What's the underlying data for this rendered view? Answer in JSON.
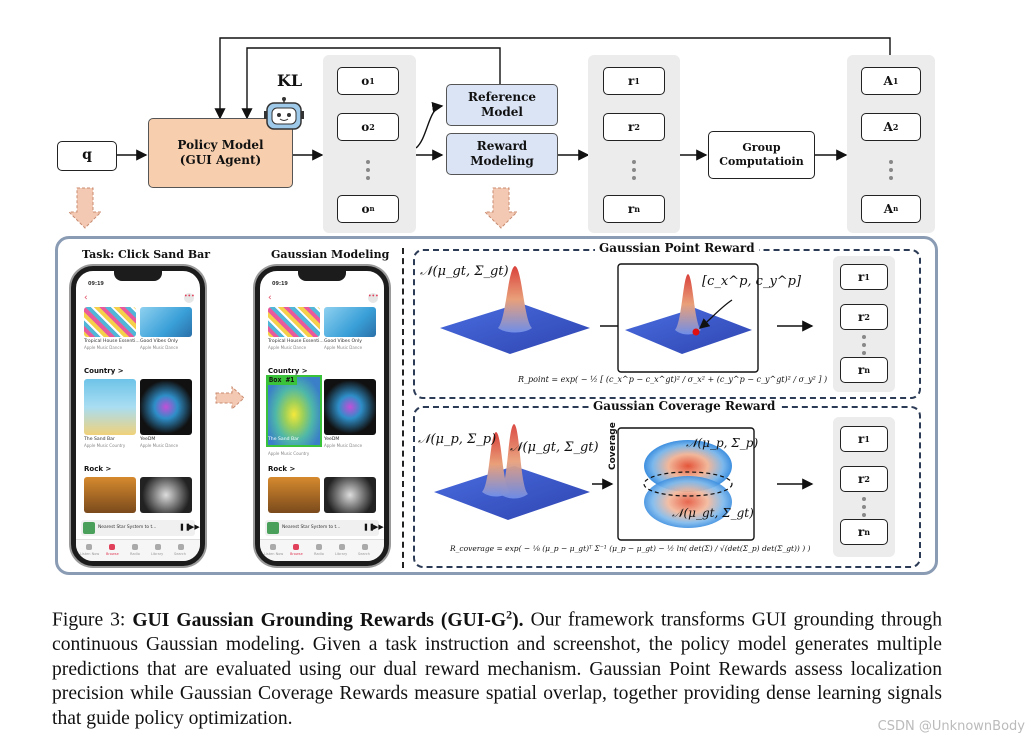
{
  "top_flow": {
    "query_label": "q",
    "policy_model": {
      "line1": "Policy Model",
      "line2": "(GUI Agent)",
      "color": "#f8cfae"
    },
    "kl_label": "KL",
    "outputs": {
      "o1": "o",
      "o1_sub": "1",
      "o2": "o",
      "o2_sub": "2",
      "on": "o",
      "on_sub": "n"
    },
    "reference_model": {
      "line1": "Reference",
      "line2": "Model",
      "color": "#dae4f5"
    },
    "reward_modeling": {
      "line1": "Reward",
      "line2": "Modeling",
      "color": "#dae4f5"
    },
    "rewards": {
      "r1": "r",
      "r1_sub": "1",
      "r2": "r",
      "r2_sub": "2",
      "rn": "r",
      "rn_sub": "n"
    },
    "group_computation": {
      "line1": "Group",
      "line2": "Computatioin"
    },
    "advantages": {
      "a1": "A",
      "a1_sub": "1",
      "a2": "A",
      "a2_sub": "2",
      "an": "A",
      "an_sub": "n"
    }
  },
  "left_panel": {
    "task_title": "Task: Click Sand Bar",
    "gaussian_title": "Gaussian Modeling",
    "phone1": {
      "time": "09:19",
      "tiles_row1": [
        {
          "title": "Tropical House Essenti...",
          "subtitle": "Apple Music Dance"
        },
        {
          "title": "Good Vibes Only",
          "subtitle": "Apple Music Dance"
        }
      ],
      "section_country": "Country >",
      "tiles_row2": [
        {
          "title": "The Sand Bar",
          "subtitle": "Apple Music Country"
        },
        {
          "title": "YeeDM",
          "subtitle": "Apple Music Dance"
        }
      ],
      "section_rock": "Rock >",
      "now_playing": "Nearest Star System to t...",
      "tabs": [
        "Listen Now",
        "Browse",
        "Radio",
        "Library",
        "Search"
      ]
    },
    "phone2": {
      "time": "09:19",
      "box_label": "Box #1",
      "tiles_row1": [
        {
          "title": "Tropical House Essenti...",
          "subtitle": "Apple Music Dance"
        },
        {
          "title": "Good Vibes Only",
          "subtitle": "Apple Music Dance"
        }
      ],
      "section_country": "Country >",
      "tiles_row2": [
        {
          "title": "The Sand Bar",
          "subtitle": "Apple Music Country"
        },
        {
          "title": "YeeDM",
          "subtitle": "Apple Music Dance"
        }
      ],
      "section_rock": "Rock >",
      "now_playing": "Nearest Star System to t...",
      "tabs": [
        "Listen Now",
        "Browse",
        "Radio",
        "Library",
        "Search"
      ]
    }
  },
  "point_reward": {
    "title": "Gaussian Point Reward",
    "dist_label": "𝒩(μ_gt, Σ_gt)",
    "point_label": "[c_x^p, c_y^p]",
    "formula": "R_point = exp( − ½ [ (c_x^p − c_x^gt)² / σ_x² + (c_y^p − c_y^gt)² / σ_y² ] )",
    "r1": "r",
    "r1_sub": "1",
    "r2": "r",
    "r2_sub": "2",
    "rn": "r",
    "rn_sub": "n"
  },
  "coverage_reward": {
    "title": "Gaussian Coverage Reward",
    "dist_pred_label": "𝒩(μ_p, Σ_p)",
    "dist_gt_label": "𝒩(μ_gt, Σ_gt)",
    "coverage_label": "Coverage",
    "ellipse_top_label": "𝒩(μ_p, Σ_p)",
    "ellipse_bottom_label": "𝒩(μ_gt, Σ_gt)",
    "formula": "R_coverage = exp( − ⅛ (μ_p − μ_gt)ᵀ Σ⁻¹ (μ_p − μ_gt) − ½ ln( det(Σ) / √(det(Σ_p) det(Σ_gt)) ) )",
    "r1": "r",
    "r1_sub": "1",
    "r2": "r",
    "r2_sub": "2",
    "rn": "r",
    "rn_sub": "n"
  },
  "caption": {
    "figure_label": "Figure 3:",
    "title_bold": "GUI Gaussian Grounding Rewards (GUI-G",
    "title_sup": "2",
    "title_end": ").",
    "body": "Our framework transforms GUI grounding through continuous Gaussian modeling. Given a task instruction and screenshot, the policy model generates multiple predictions that are evaluated using our dual reward mechanism. Gaussian Point Rewards assess localization precision while Gaussian Coverage Rewards measure spatial overlap, together providing dense learning signals that guide policy optimization."
  },
  "watermark": "CSDN @UnknownBody",
  "colors": {
    "gaussian_blue": "#3f5fd0",
    "gaussian_peak": "#d9413a",
    "panel_border": "#8a9bb4",
    "hint_arrow": "#f3c9b4"
  }
}
